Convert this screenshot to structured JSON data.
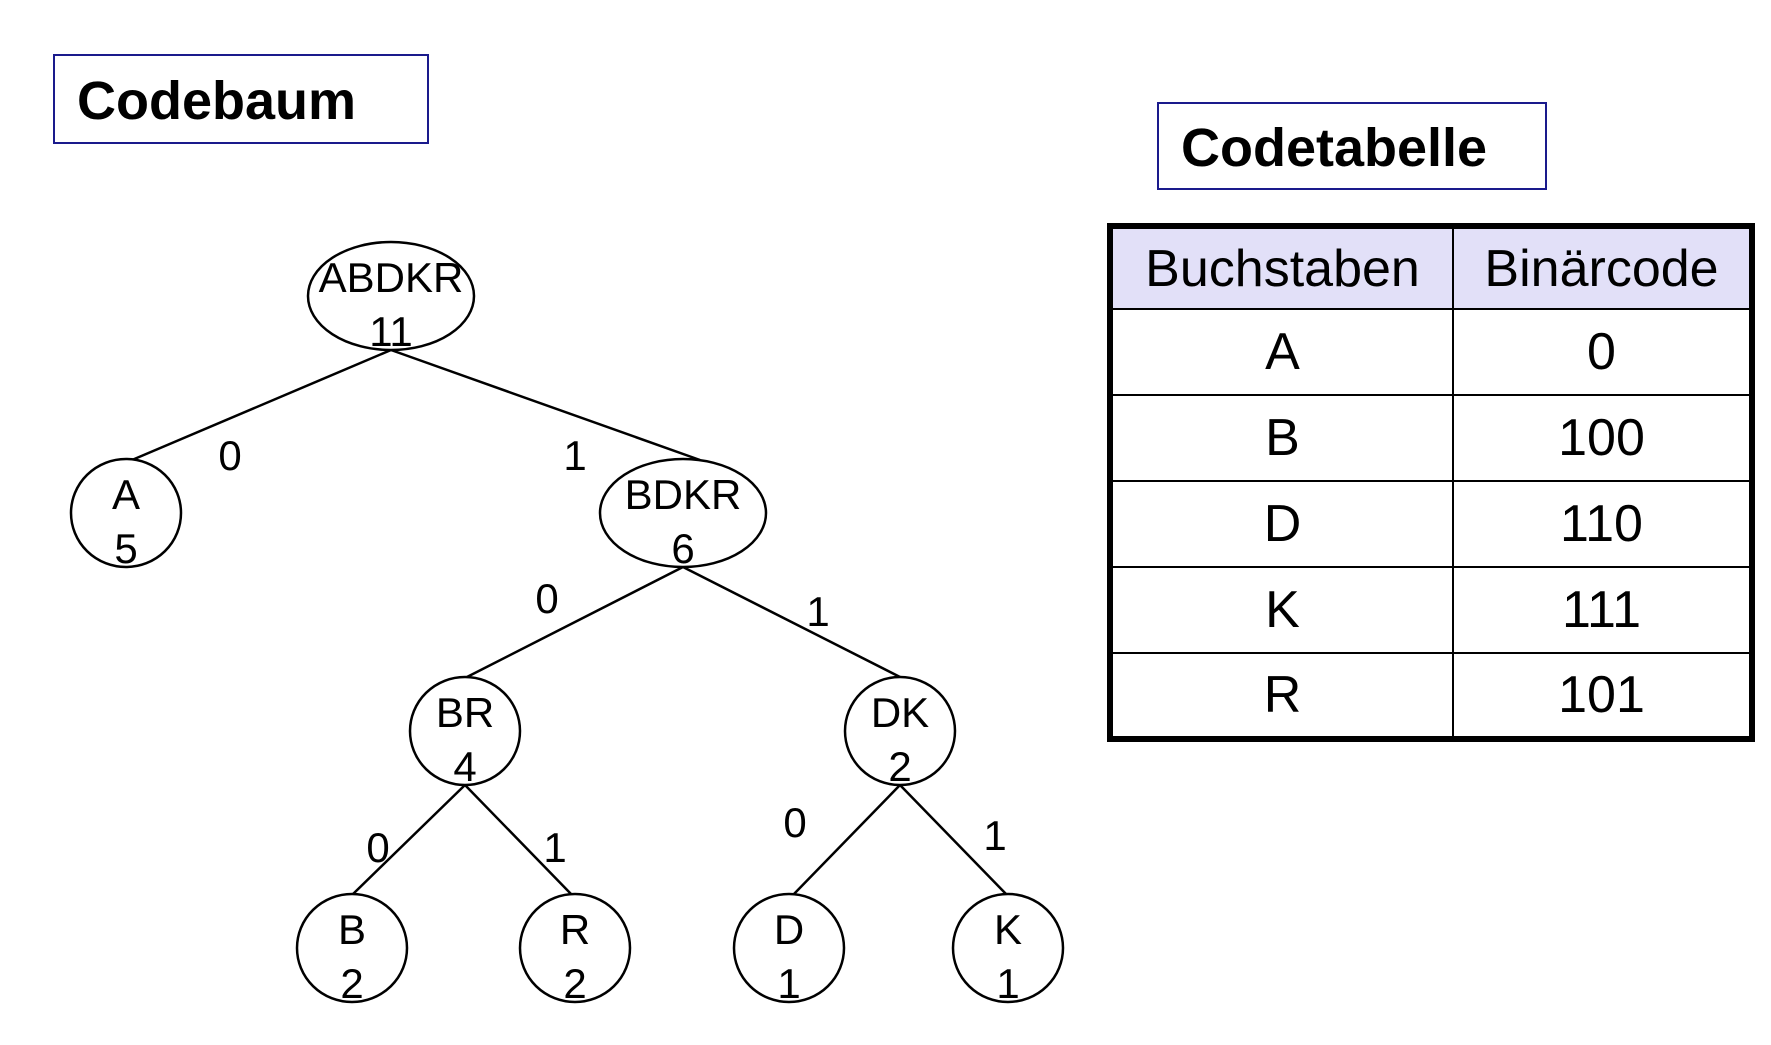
{
  "tree_title": "Codebaum",
  "table_title": "Codetabelle",
  "colors": {
    "title_border": "#1a1a8c",
    "table_header_bg": "#e2e0f8",
    "line": "#000000"
  },
  "tree": {
    "nodes": [
      {
        "id": "root",
        "label": "ABDKR",
        "weight": "11"
      },
      {
        "id": "A",
        "label": "A",
        "weight": "5"
      },
      {
        "id": "BDKR",
        "label": "BDKR",
        "weight": "6"
      },
      {
        "id": "BR",
        "label": "BR",
        "weight": "4"
      },
      {
        "id": "DK",
        "label": "DK",
        "weight": "2"
      },
      {
        "id": "B",
        "label": "B",
        "weight": "2"
      },
      {
        "id": "R",
        "label": "R",
        "weight": "2"
      },
      {
        "id": "D",
        "label": "D",
        "weight": "1"
      },
      {
        "id": "K",
        "label": "K",
        "weight": "1"
      }
    ],
    "edges": [
      {
        "from": "root",
        "to": "A",
        "bit": "0"
      },
      {
        "from": "root",
        "to": "BDKR",
        "bit": "1"
      },
      {
        "from": "BDKR",
        "to": "BR",
        "bit": "0"
      },
      {
        "from": "BDKR",
        "to": "DK",
        "bit": "1"
      },
      {
        "from": "BR",
        "to": "B",
        "bit": "0"
      },
      {
        "from": "BR",
        "to": "R",
        "bit": "1"
      },
      {
        "from": "DK",
        "to": "D",
        "bit": "0"
      },
      {
        "from": "DK",
        "to": "K",
        "bit": "1"
      }
    ]
  },
  "code_table": {
    "headers": [
      "Buchstaben",
      "Binärcode"
    ],
    "rows": [
      [
        "A",
        "0"
      ],
      [
        "B",
        "100"
      ],
      [
        "D",
        "110"
      ],
      [
        "K",
        "111"
      ],
      [
        "R",
        "101"
      ]
    ]
  }
}
